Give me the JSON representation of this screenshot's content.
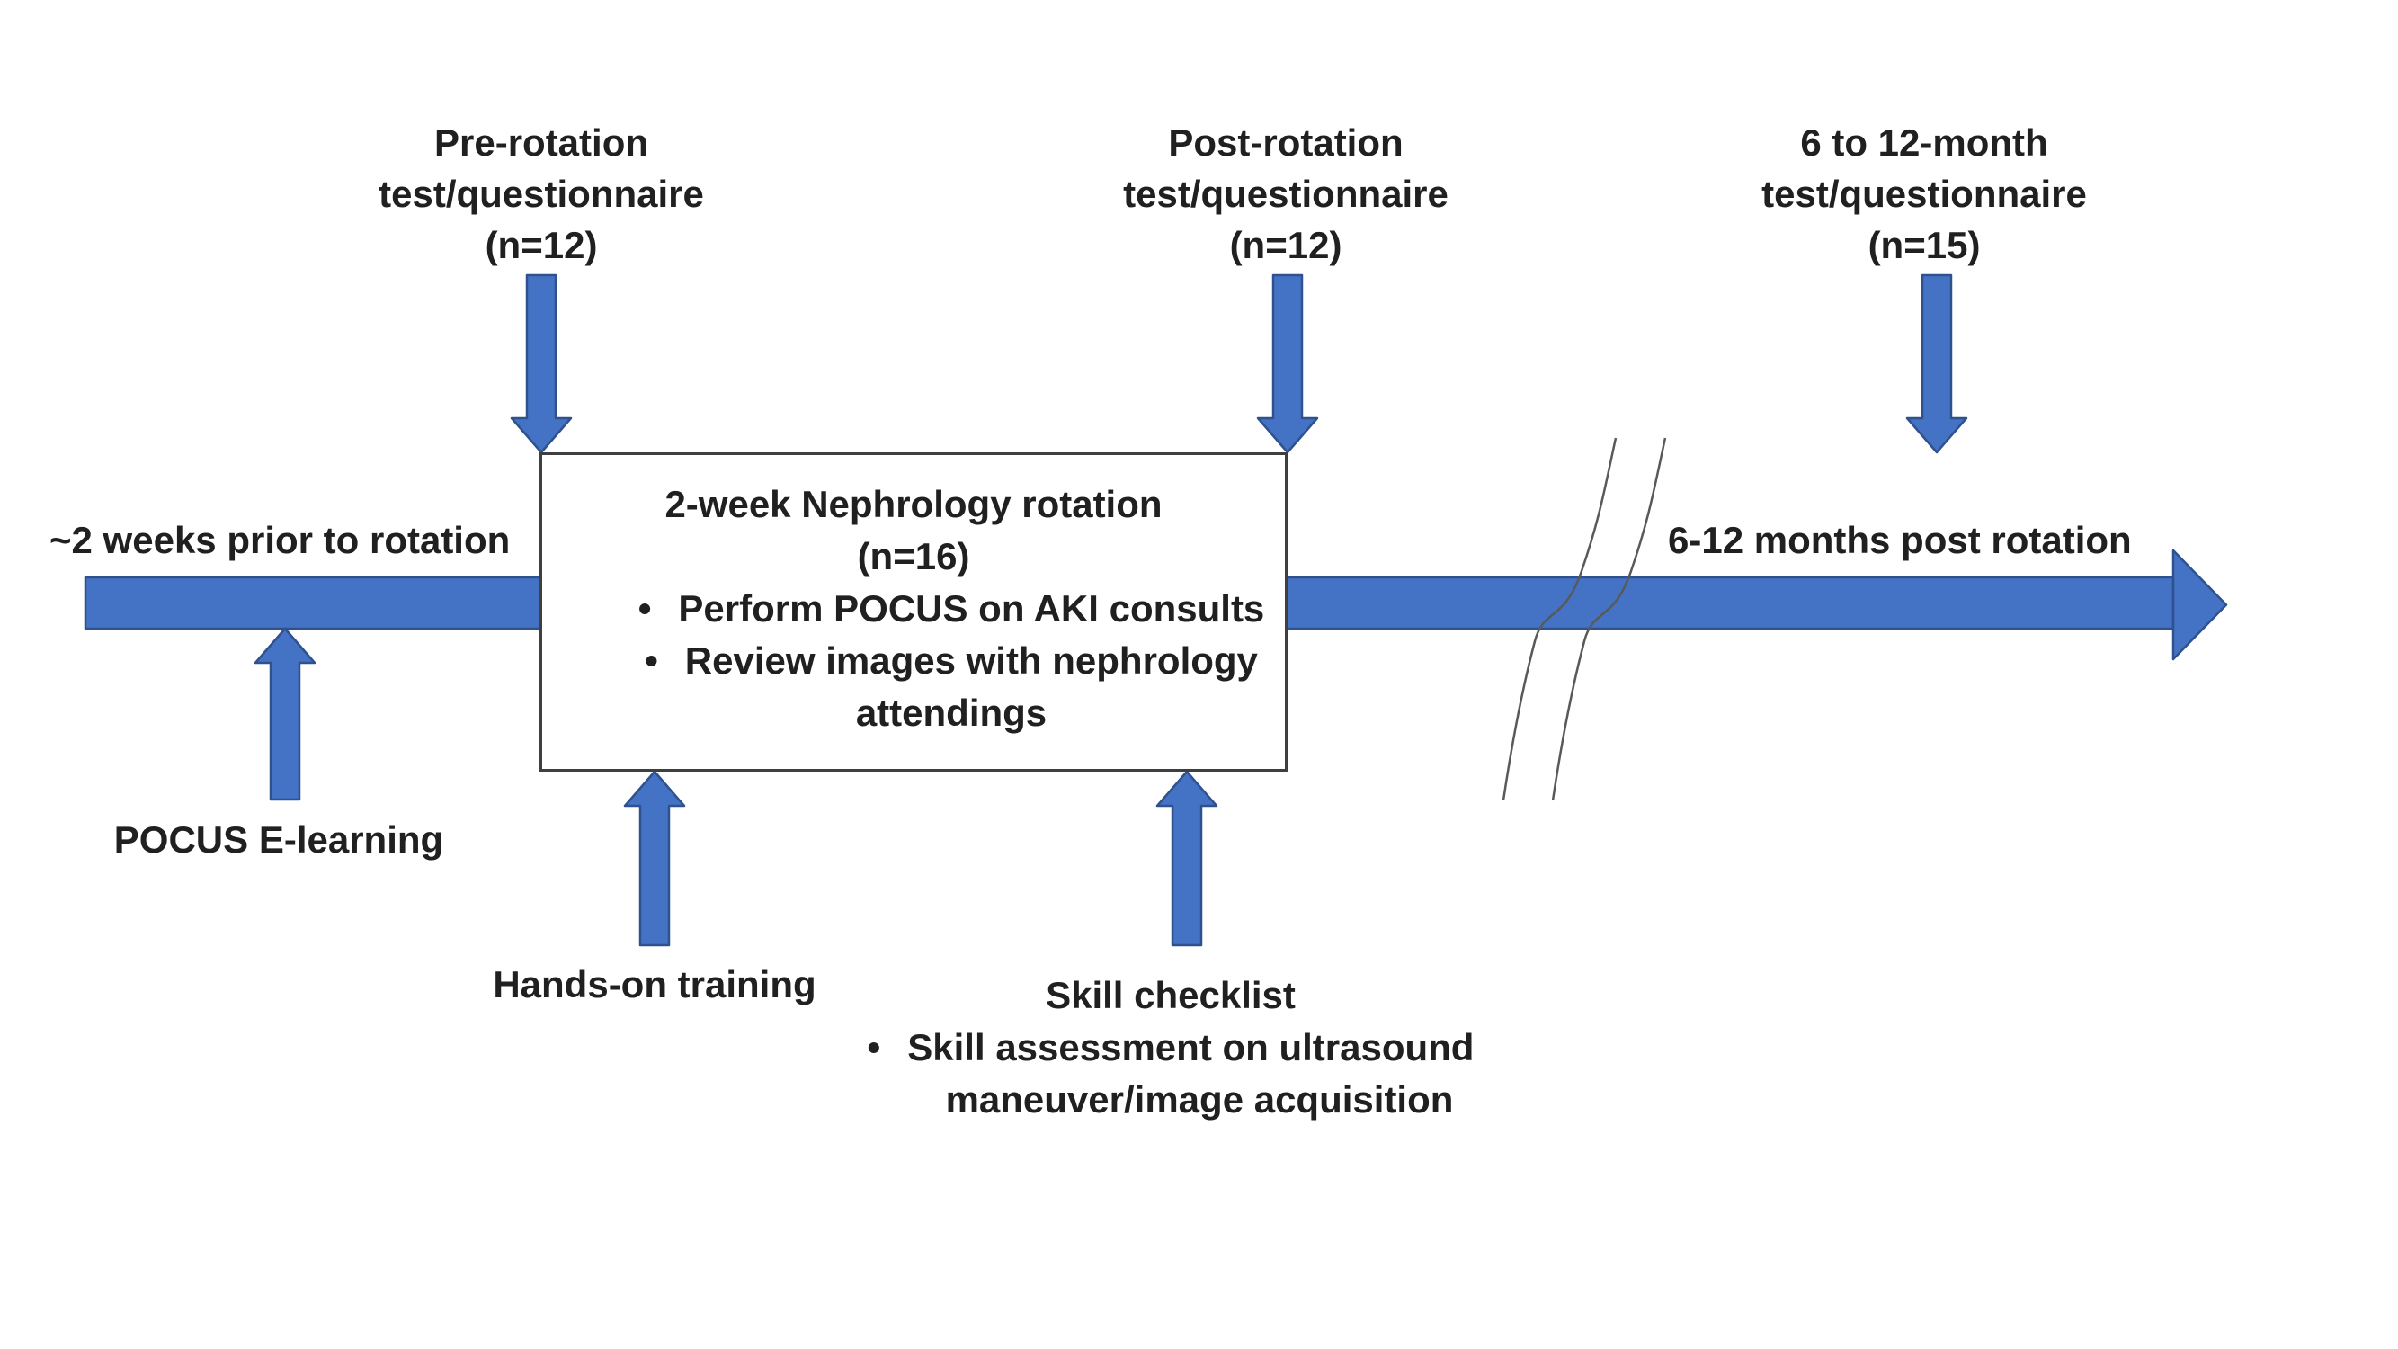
{
  "colors": {
    "arrow_fill": "#4472C4",
    "arrow_stroke": "#2F528F",
    "box_border": "#3F3F3F",
    "break_line": "#595959"
  },
  "top_annotations": [
    {
      "lines": [
        "Pre-rotation",
        "test/questionnaire",
        "(n=12)"
      ]
    },
    {
      "lines": [
        "Post-rotation",
        "test/questionnaire",
        "(n=12)"
      ]
    },
    {
      "lines": [
        "6 to 12-month",
        "test/questionnaire",
        "(n=15)"
      ]
    }
  ],
  "timeline": {
    "left_label": "~2 weeks prior to rotation",
    "right_label": "6-12 months post rotation"
  },
  "rotation_box": {
    "title_lines": [
      "2-week Nephrology rotation",
      "(n=16)"
    ],
    "bullets": [
      {
        "lines": [
          "Perform POCUS on AKI consults"
        ]
      },
      {
        "lines": [
          "Review images with nephrology",
          "attendings"
        ]
      }
    ]
  },
  "bottom_annotations": {
    "elearning_label": "POCUS E-learning",
    "hands_on_label": "Hands-on training",
    "skill": {
      "title": "Skill checklist",
      "bullets": [
        {
          "lines": [
            "Skill assessment on ultrasound",
            "maneuver/image acquisition"
          ]
        }
      ]
    }
  }
}
